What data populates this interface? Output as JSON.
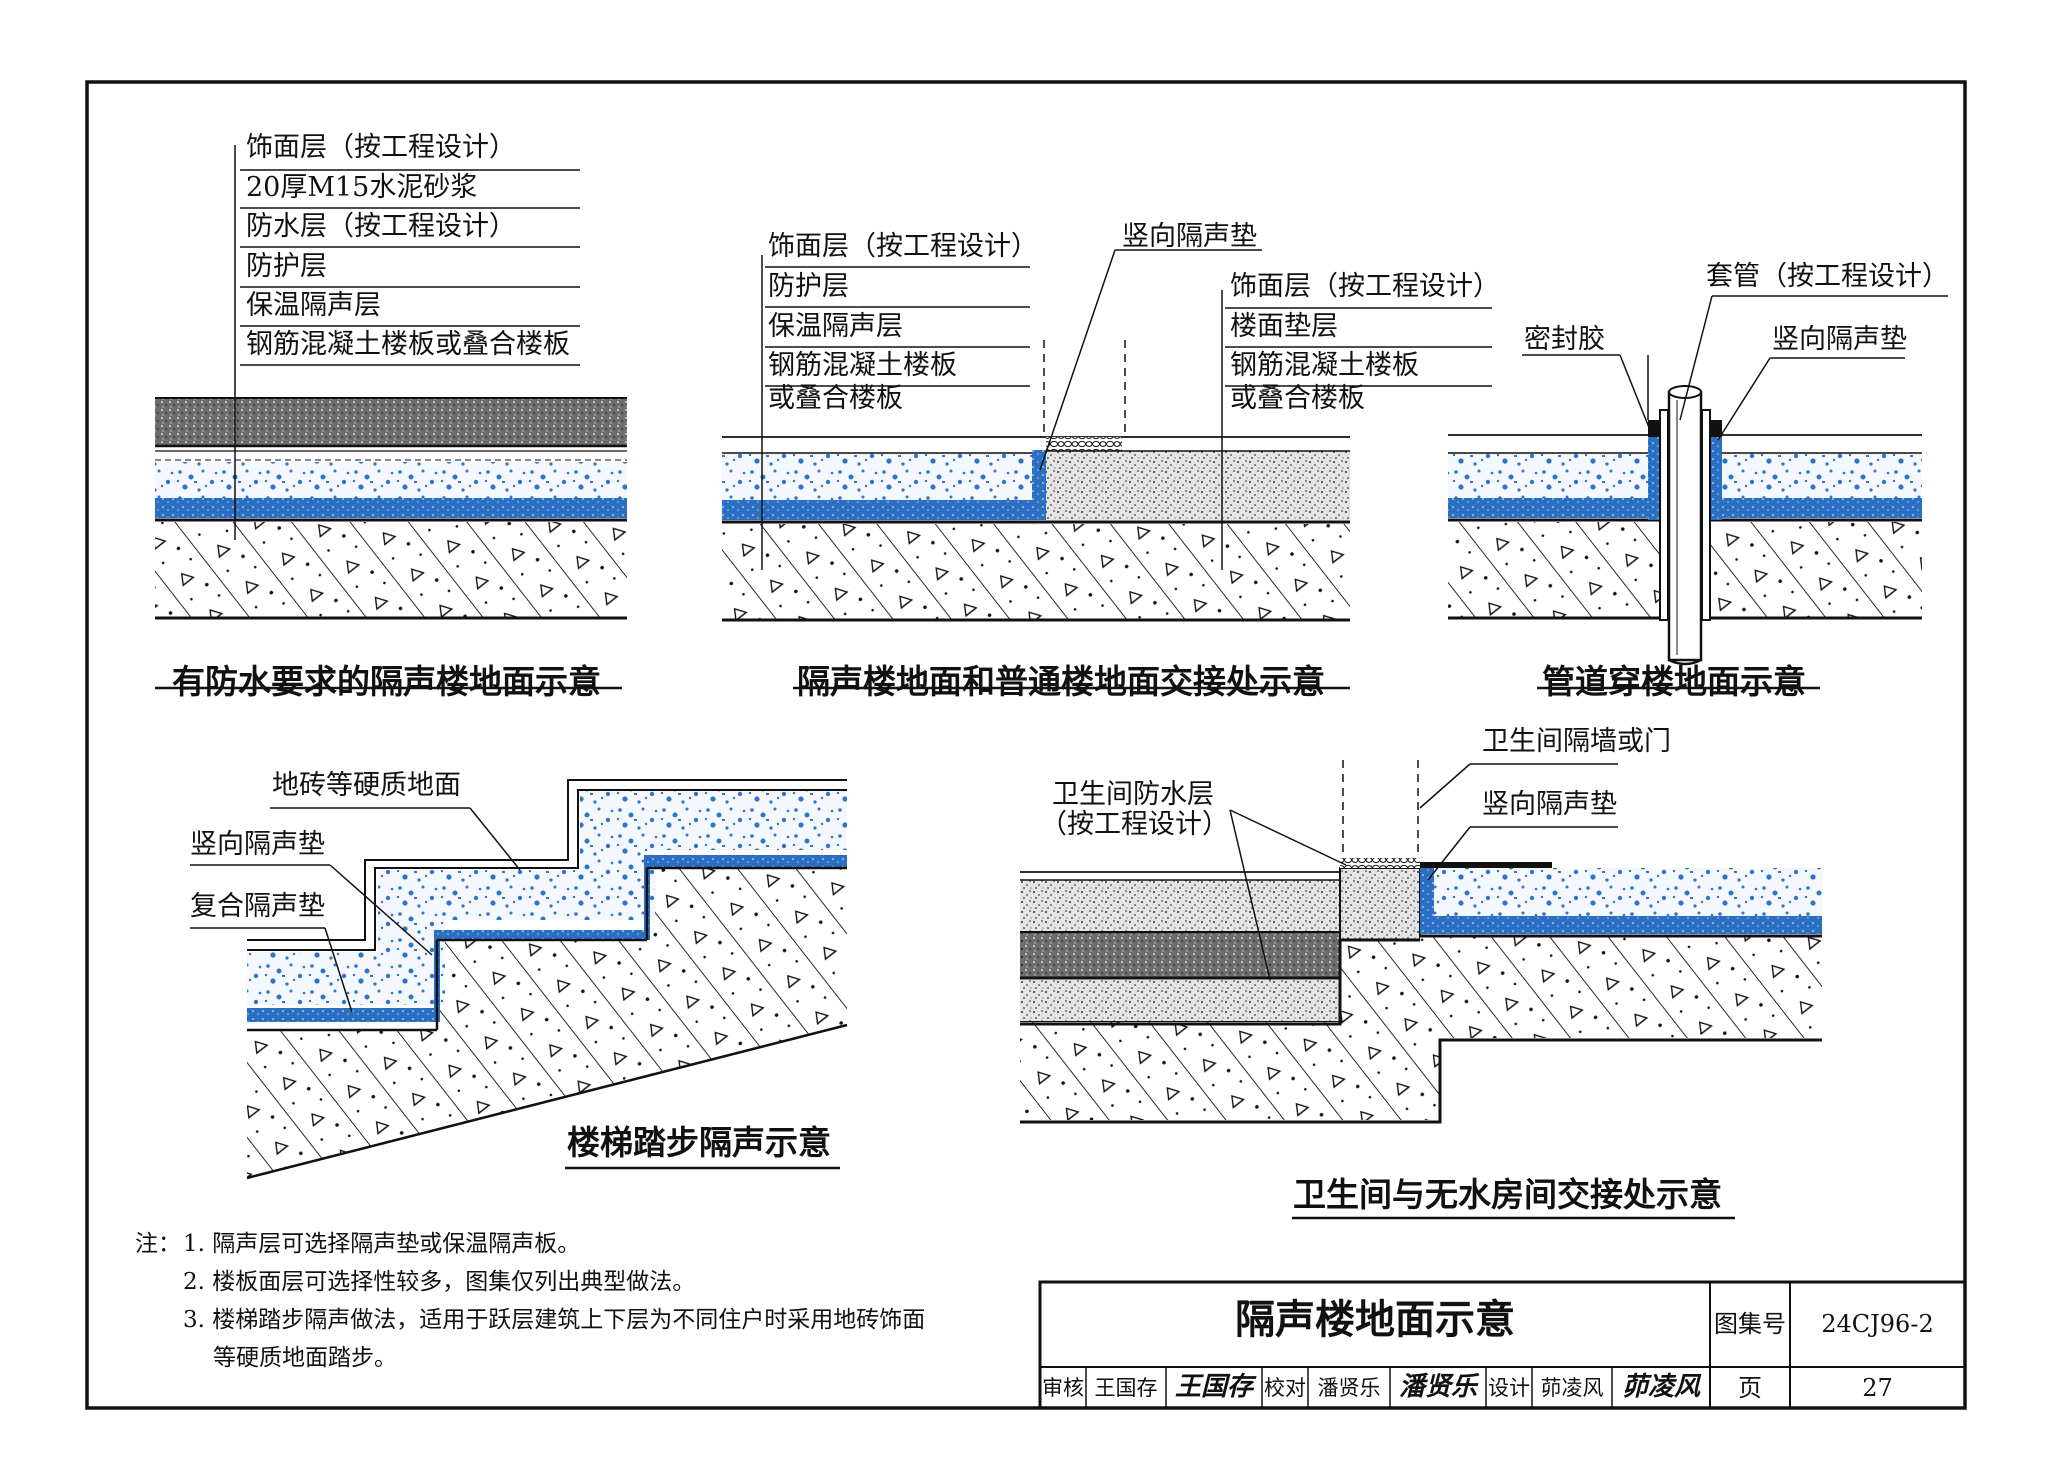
{
  "panel1": {
    "title": "有防水要求的隔声楼地面示意",
    "layers": [
      "饰面层（按工程设计）",
      "20厚M15水泥砂浆",
      "防水层（按工程设计）",
      "防护层",
      "保温隔声层",
      "钢筋混凝土楼板或叠合楼板"
    ]
  },
  "panel2": {
    "title": "隔声楼地面和普通楼地面交接处示意",
    "left_layers": [
      "饰面层（按工程设计）",
      "防护层",
      "保温隔声层",
      "钢筋混凝土楼板",
      "或叠合楼板"
    ],
    "right_layers": [
      "饰面层（按工程设计）",
      "楼面垫层",
      "钢筋混凝土楼板",
      "或叠合楼板"
    ],
    "pad_label": "竖向隔声垫"
  },
  "panel3": {
    "title": "管道穿楼地面示意",
    "sleeve_label": "套管（按工程设计）",
    "sealant_label": "密封胶",
    "pad_label": "竖向隔声垫"
  },
  "panel4": {
    "title": "楼梯踏步隔声示意",
    "labels": [
      "地砖等硬质地面",
      "竖向隔声垫",
      "复合隔声垫"
    ]
  },
  "panel5": {
    "title": "卫生间与无水房间交接处示意",
    "wall_label": "卫生间隔墙或门",
    "waterproof_label_1": "卫生间防水层",
    "waterproof_label_2": "（按工程设计）",
    "pad_label": "竖向隔声垫"
  },
  "notes": {
    "prefix": "注：",
    "items": [
      "1. 隔声层可选择隔声垫或保温隔声板。",
      "2. 楼板面层可选择性较多，图集仅列出典型做法。",
      "3. 楼梯踏步隔声做法，适用于跃层建筑上下层为不同住户时采用地砖饰面",
      "等硬质地面踏步。"
    ]
  },
  "title_block": {
    "drawing_title": "隔声楼地面示意",
    "atlas_label": "图集号",
    "atlas_no": "24CJ96-2",
    "page_label": "页",
    "page_no": "27",
    "review_label": "审核",
    "review_name": "王国存",
    "review_sign": "王国存",
    "check_label": "校对",
    "check_name": "潘贤乐",
    "check_sign": "潘贤乐",
    "design_label": "设计",
    "design_name": "茆凌风",
    "design_sign": "茆凌风"
  },
  "colors": {
    "insulation_blue": "#2a6fc2",
    "speckle_blue": "#2c75c9",
    "line": "#111111"
  }
}
